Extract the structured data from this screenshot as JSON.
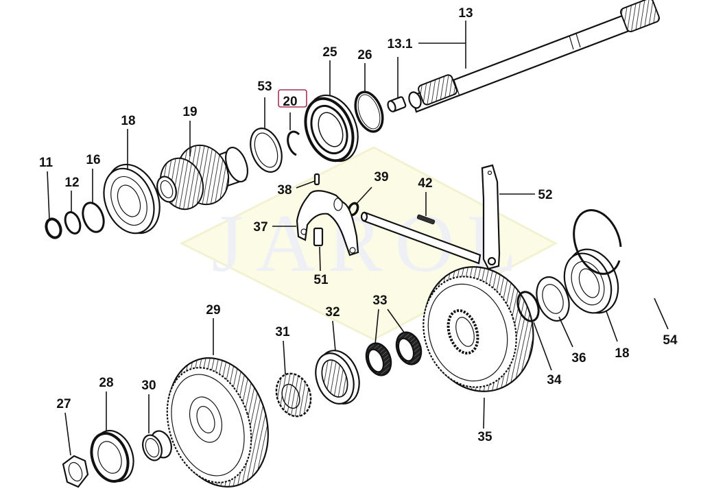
{
  "diagram": {
    "title": "Transmission shaft exploded parts diagram",
    "watermark": "JAROL",
    "colors": {
      "line": "#111111",
      "background": "#ffffff",
      "highlight": "#a3324f",
      "watermark_fill": "#eef0f6",
      "watermark_diamond": "#fbfbe6"
    },
    "highlighted_label": "20",
    "callouts": [
      {
        "id": "c13",
        "label": "13",
        "part": "main-shaft"
      },
      {
        "id": "c13_1",
        "label": "13.1",
        "part": "shaft-pin"
      },
      {
        "id": "c25",
        "label": "25",
        "part": "oil-seal"
      },
      {
        "id": "c26",
        "label": "26",
        "part": "snap-ring"
      },
      {
        "id": "c53",
        "label": "53",
        "part": "spacer-ring"
      },
      {
        "id": "c20",
        "label": "20",
        "part": "circlip"
      },
      {
        "id": "c19",
        "label": "19",
        "part": "double-gear"
      },
      {
        "id": "c18a",
        "label": "18",
        "part": "ball-bearing"
      },
      {
        "id": "c16",
        "label": "16",
        "part": "snap-ring"
      },
      {
        "id": "c12",
        "label": "12",
        "part": "circlip"
      },
      {
        "id": "c11",
        "label": "11",
        "part": "washer"
      },
      {
        "id": "c38",
        "label": "38",
        "part": "pin"
      },
      {
        "id": "c39",
        "label": "39",
        "part": "o-ring"
      },
      {
        "id": "c42",
        "label": "42",
        "part": "roll-pin"
      },
      {
        "id": "c52",
        "label": "52",
        "part": "shift-lever"
      },
      {
        "id": "c37",
        "label": "37",
        "part": "shift-fork"
      },
      {
        "id": "c51",
        "label": "51",
        "part": "fork-pad"
      },
      {
        "id": "c29",
        "label": "29",
        "part": "large-gear"
      },
      {
        "id": "c31",
        "label": "31",
        "part": "small-gear"
      },
      {
        "id": "c32",
        "label": "32",
        "part": "sliding-sleeve"
      },
      {
        "id": "c33",
        "label": "33",
        "part": "needle-bearings"
      },
      {
        "id": "c28",
        "label": "28",
        "part": "bearing"
      },
      {
        "id": "c30",
        "label": "30",
        "part": "bushing"
      },
      {
        "id": "c27",
        "label": "27",
        "part": "hex-nut"
      },
      {
        "id": "c35",
        "label": "35",
        "part": "helical-gear"
      },
      {
        "id": "c34",
        "label": "34",
        "part": "circlip"
      },
      {
        "id": "c36",
        "label": "36",
        "part": "thrust-washer"
      },
      {
        "id": "c18b",
        "label": "18",
        "part": "ball-bearing"
      },
      {
        "id": "c54",
        "label": "54",
        "part": "retaining-ring"
      }
    ]
  }
}
